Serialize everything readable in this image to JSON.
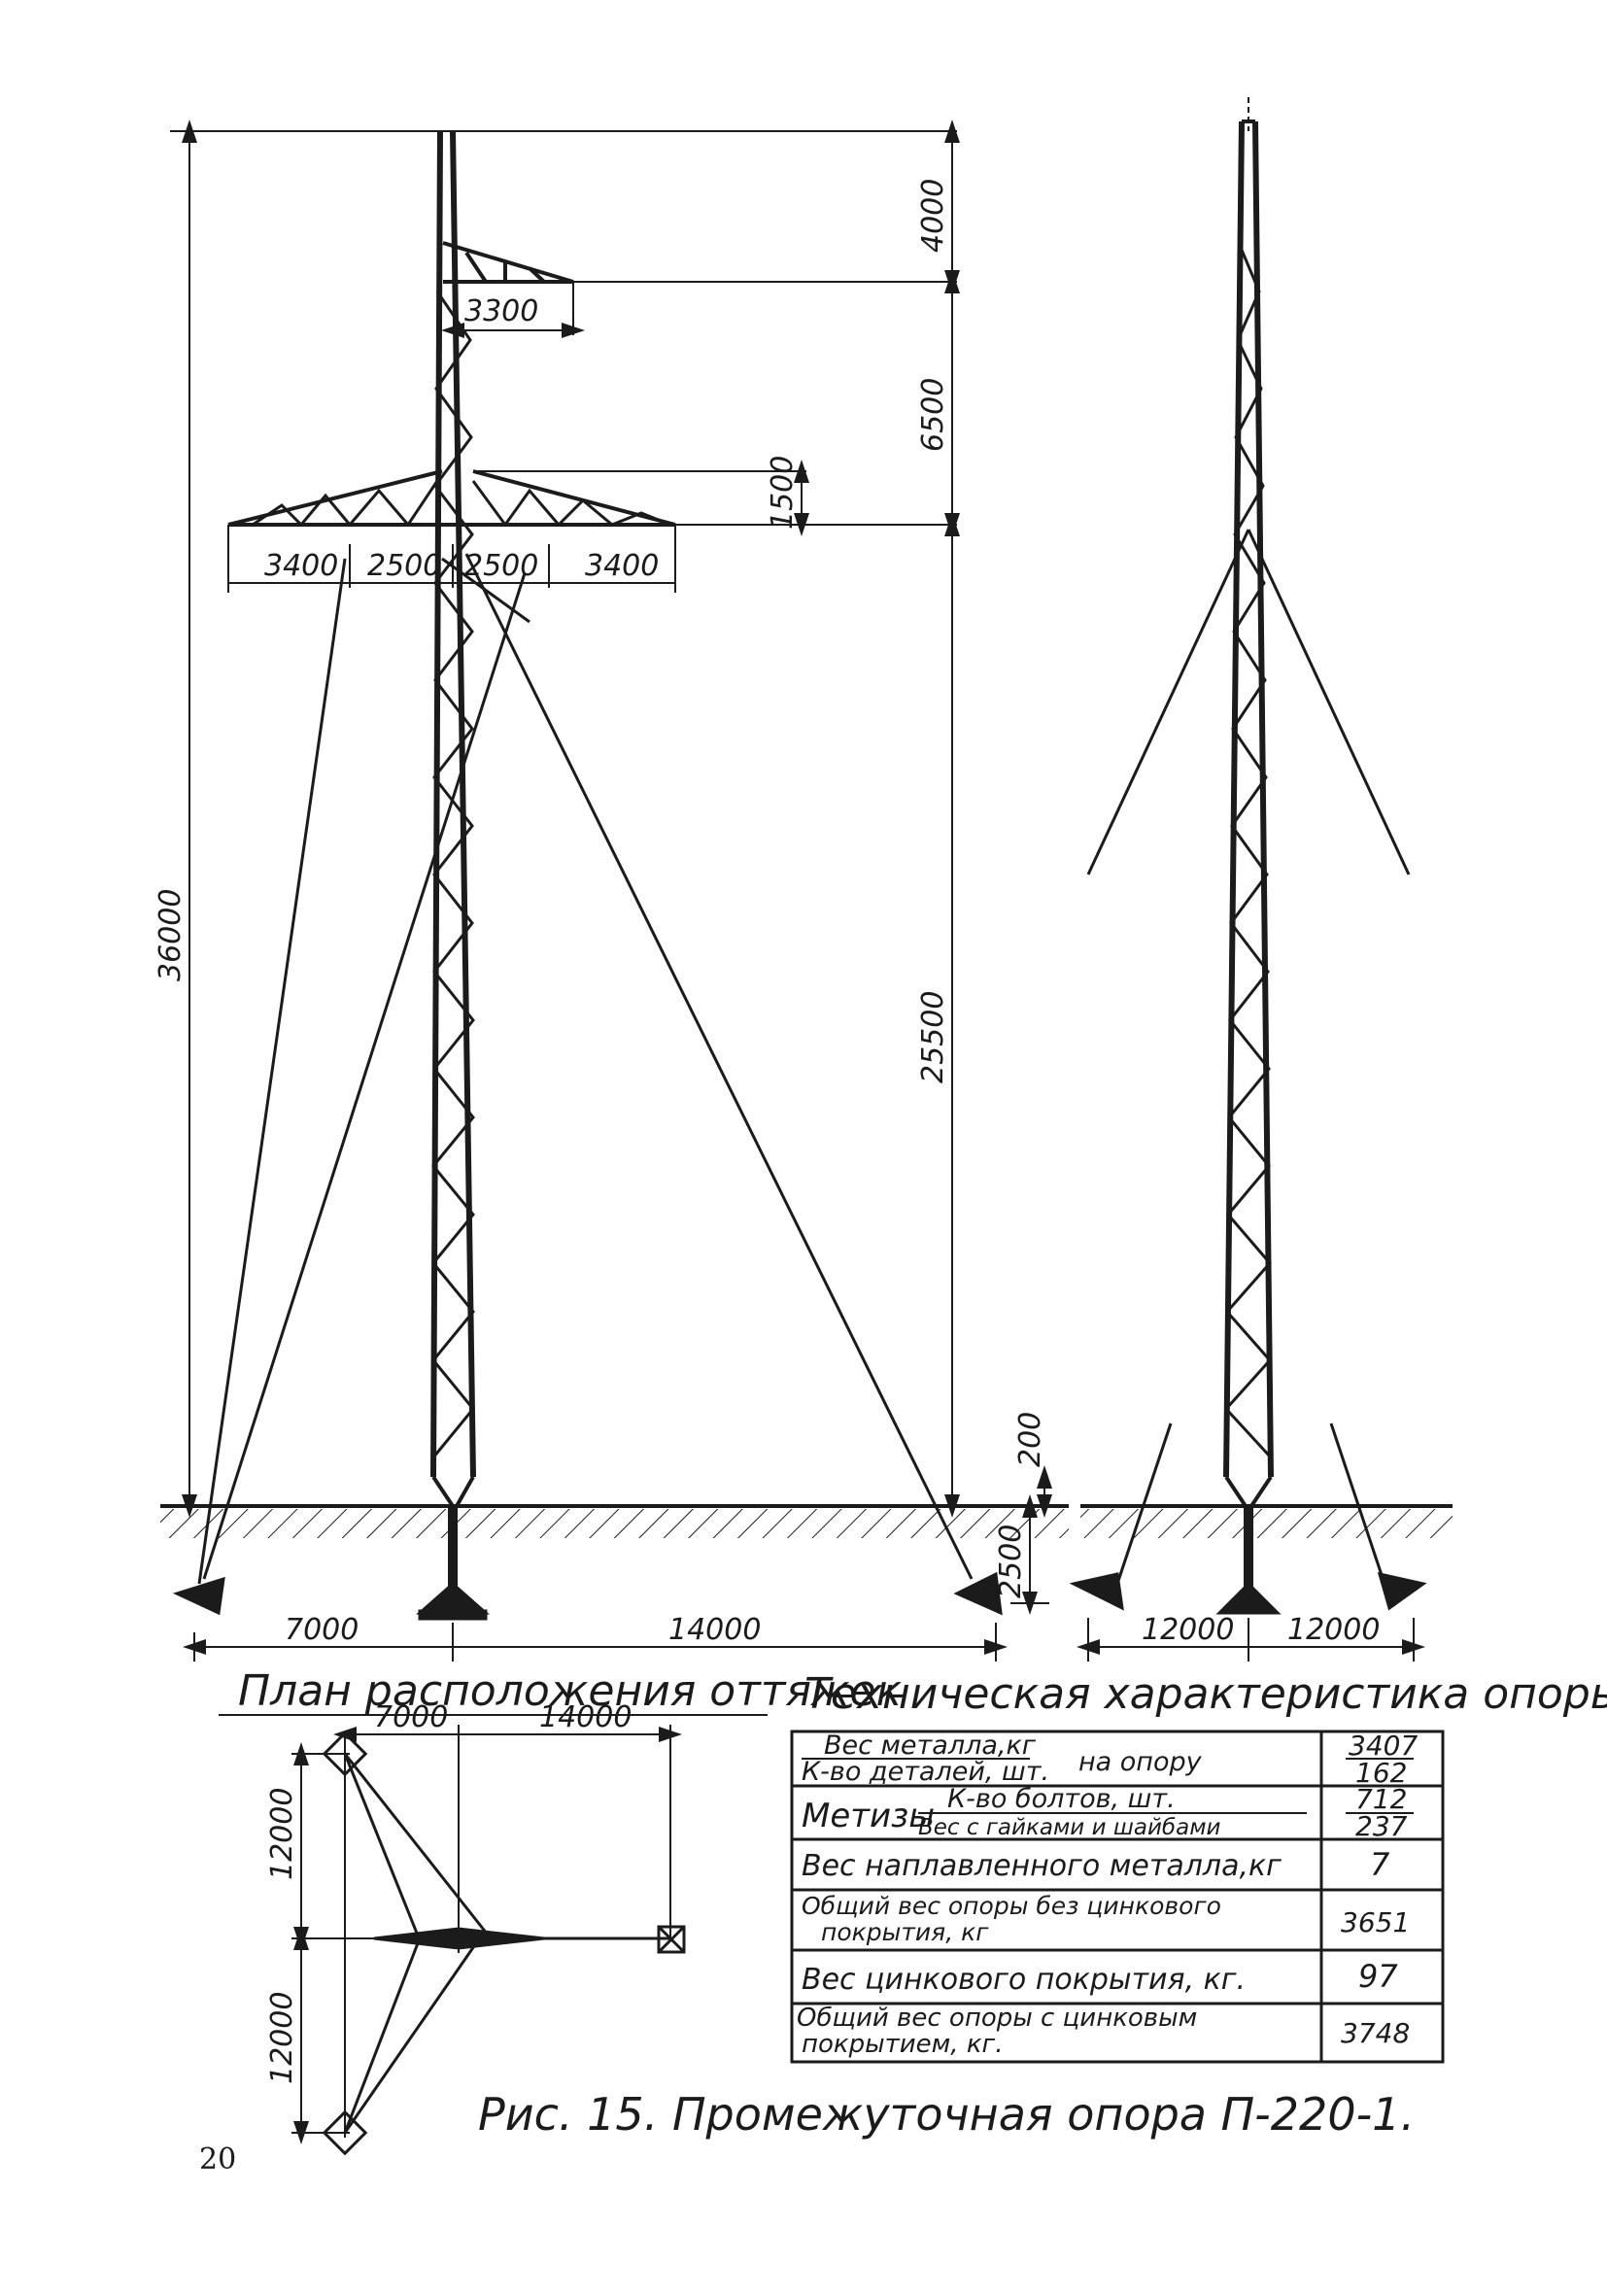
{
  "drawing": {
    "dims_elevation": {
      "total_height": "36000",
      "top_segment": "4000",
      "upper_segment": "6500",
      "lower_segment": "25500",
      "arm_rise": "1500",
      "base_gap": "200",
      "anchor_depth": "2500",
      "upper_arm": "3300",
      "lower_arm_outer_left": "3400",
      "lower_arm_inner_left": "2500",
      "lower_arm_inner_right": "2500",
      "lower_arm_outer_right": "3400",
      "guy_left": "7000",
      "guy_right": "14000"
    },
    "dims_side": {
      "left": "12000",
      "right": "12000"
    },
    "plan": {
      "title": "План расположения оттяжек",
      "dim_left": "7000",
      "dim_right": "14000",
      "dim_upper": "12000",
      "dim_lower": "12000"
    }
  },
  "table": {
    "title": "Техническая характеристика опоры",
    "rows": [
      {
        "label_top": "Вес металла,кг",
        "label_bottom": "К-во деталей, шт.",
        "label_side": "на опору",
        "value_top": "3407",
        "value_bottom": "162"
      },
      {
        "label_main": "Метизы",
        "label_top": "К-во болтов, шт.",
        "label_bottom": "Вес с гайками и шайбами",
        "value_top": "712",
        "value_bottom": "237"
      },
      {
        "label": "Вес наплавленного металла,кг",
        "value": "7"
      },
      {
        "label_top": "Общий вес опоры без цинкового",
        "label_bottom": "покрытия, кг",
        "value": "3651"
      },
      {
        "label": "Вес цинкового покрытия, кг.",
        "value": "97"
      },
      {
        "label_top": "Общий вес опоры с цинковым",
        "label_bottom": "покрытием, кг.",
        "value": "3748"
      }
    ]
  },
  "caption": "Рис. 15. Промежуточная опора П-220-1.",
  "page_number": "20"
}
